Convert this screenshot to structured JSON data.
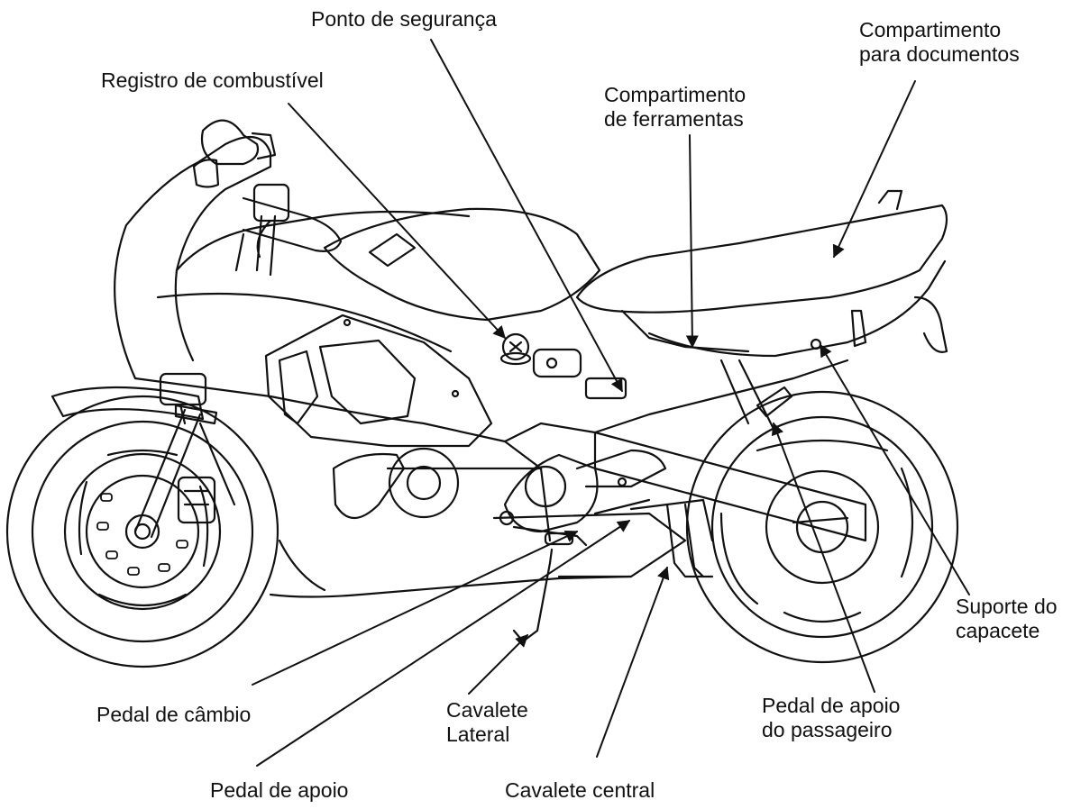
{
  "diagram": {
    "subject": "motorcycle",
    "labels": {
      "ponto_seguranca": [
        "Ponto de segurança"
      ],
      "registro_combustivel": [
        "Registro de combustível"
      ],
      "compartimento_documentos": [
        "Compartimento",
        "para documentos"
      ],
      "compartimento_ferramentas": [
        "Compartimento",
        "de ferramentas"
      ],
      "suporte_capacete": [
        "Suporte do",
        "capacete"
      ],
      "pedal_cambio": [
        "Pedal de câmbio"
      ],
      "cavalete_lateral": [
        "Cavalete",
        "Lateral"
      ],
      "pedal_apoio_passageiro": [
        "Pedal de apoio",
        "do passageiro"
      ],
      "pedal_apoio": [
        "Pedal de apoio"
      ],
      "cavalete_central": [
        "Cavalete central"
      ]
    },
    "colors": {
      "ink": "#111111",
      "paper": "#ffffff"
    }
  }
}
